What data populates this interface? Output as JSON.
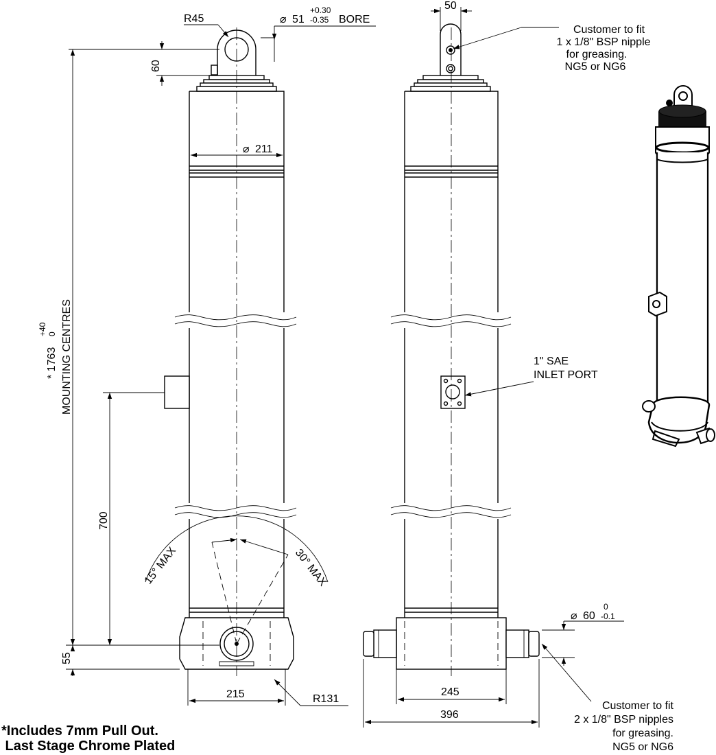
{
  "dimensions": {
    "eye_radius": "R45",
    "bore_value": "51",
    "bore_tol_plus": "+0.30",
    "bore_tol_minus": "-0.35",
    "bore_label": "BORE",
    "eye_height": "60",
    "top_width": "50",
    "body_diameter": "211",
    "mounting_prefix": "* 1763",
    "mounting_tol_plus": "+40",
    "mounting_tol_minus": "0",
    "mounting_label": "MOUNTING CENTRES",
    "port_height": "700",
    "base_offset": "55",
    "angle_left": "15° MAX",
    "angle_right": "30° MAX",
    "base_width_front": "215",
    "base_radius": "R131",
    "base_width_side": "245",
    "overall_width": "396",
    "trunnion_value": "60",
    "trunnion_tol_upper": "0",
    "trunnion_tol_lower": "-0.1",
    "diameter_symbol": "⌀"
  },
  "notes": {
    "top_nipple": [
      "Customer to fit",
      "1 x 1/8\" BSP nipple",
      "for greasing.",
      "NG5 or NG6"
    ],
    "inlet_port": [
      "1\" SAE",
      "INLET PORT"
    ],
    "bottom_nipples": [
      "Customer to fit",
      "2 x 1/8\" BSP nipples",
      "for greasing.",
      "NG5 or NG6"
    ]
  },
  "footnote": [
    "*Includes 7mm Pull Out.",
    " Last Stage Chrome Plated"
  ]
}
